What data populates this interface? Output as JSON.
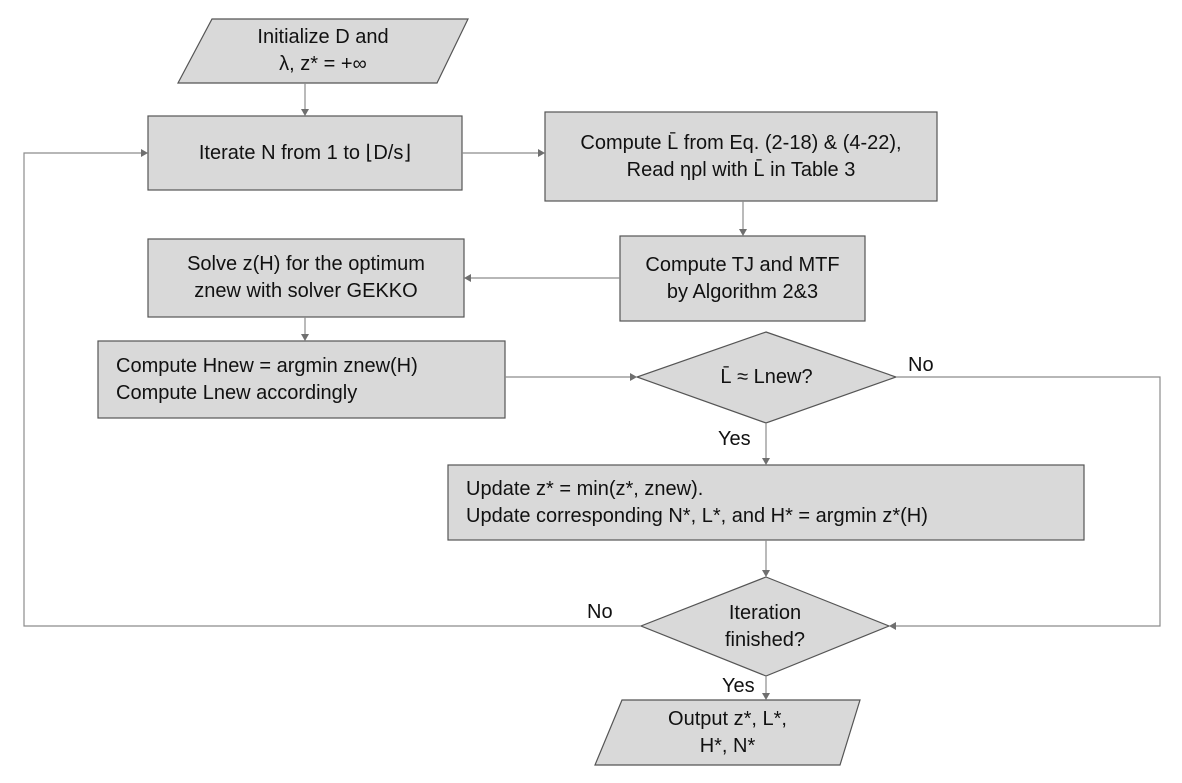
{
  "nodes": {
    "init": {
      "line1": "Initialize D and",
      "line2": "λ, z* = +∞"
    },
    "iterate": {
      "line1": "Iterate N from 1 to ⌊D/s⌋"
    },
    "compute_l": {
      "line1": "Compute L̄ from Eq. (2-18) & (4-22),",
      "line2": "Read ηpl with L̄ in Table 3"
    },
    "compute_tj": {
      "line1": "Compute TJ and MTF",
      "line2": "by Algorithm 2&3"
    },
    "solve": {
      "line1": "Solve z(H) for the optimum",
      "line2": "znew with solver GEKKO"
    },
    "compute_h": {
      "line1": "Compute Hnew = argmin znew(H)",
      "line2": "Compute Lnew accordingly"
    },
    "decision_l": {
      "line1": "L̄ ≈ Lnew?"
    },
    "update": {
      "line1": "Update z* = min(z*, znew).",
      "line2": "Update corresponding N*, L*, and H* = argmin z*(H)"
    },
    "decision_iter": {
      "line1": "Iteration",
      "line2": "finished?"
    },
    "output": {
      "line1": "Output z*, L*,",
      "line2": "H*, N*"
    }
  },
  "edge_labels": {
    "no_l": "No",
    "yes_l": "Yes",
    "no_iter": "No",
    "yes_iter": "Yes"
  },
  "colors": {
    "box_fill": "#d9d9d9",
    "box_stroke": "#555555",
    "line": "#8c8c8c"
  }
}
